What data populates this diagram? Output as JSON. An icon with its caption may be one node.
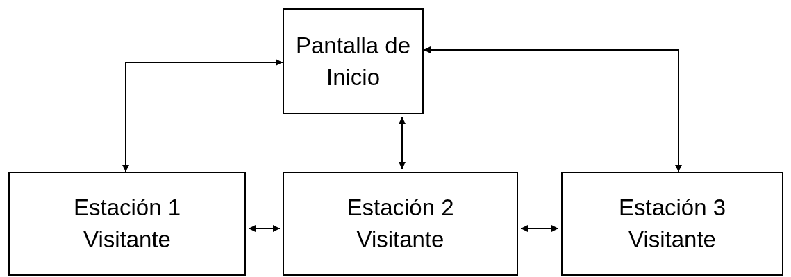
{
  "diagram": {
    "nodes": [
      {
        "text": [
          "Pantalla de Inicio"
        ]
      },
      {
        "text": [
          "Estación 1 Visitante"
        ]
      },
      {
        "text": [
          "Estación 2 Visitante"
        ]
      },
      {
        "text": [
          "Estación 3 Visitante"
        ]
      }
    ],
    "edges": [
      {
        "from": 0,
        "to": 1,
        "arrow": "both"
      },
      {
        "from": 0,
        "to": 2,
        "arrow": "both"
      },
      {
        "from": 0,
        "to": 3,
        "arrow": "both"
      },
      {
        "from": 1,
        "to": 2,
        "arrow": "both"
      },
      {
        "from": 2,
        "to": 3,
        "arrow": "both"
      }
    ]
  }
}
